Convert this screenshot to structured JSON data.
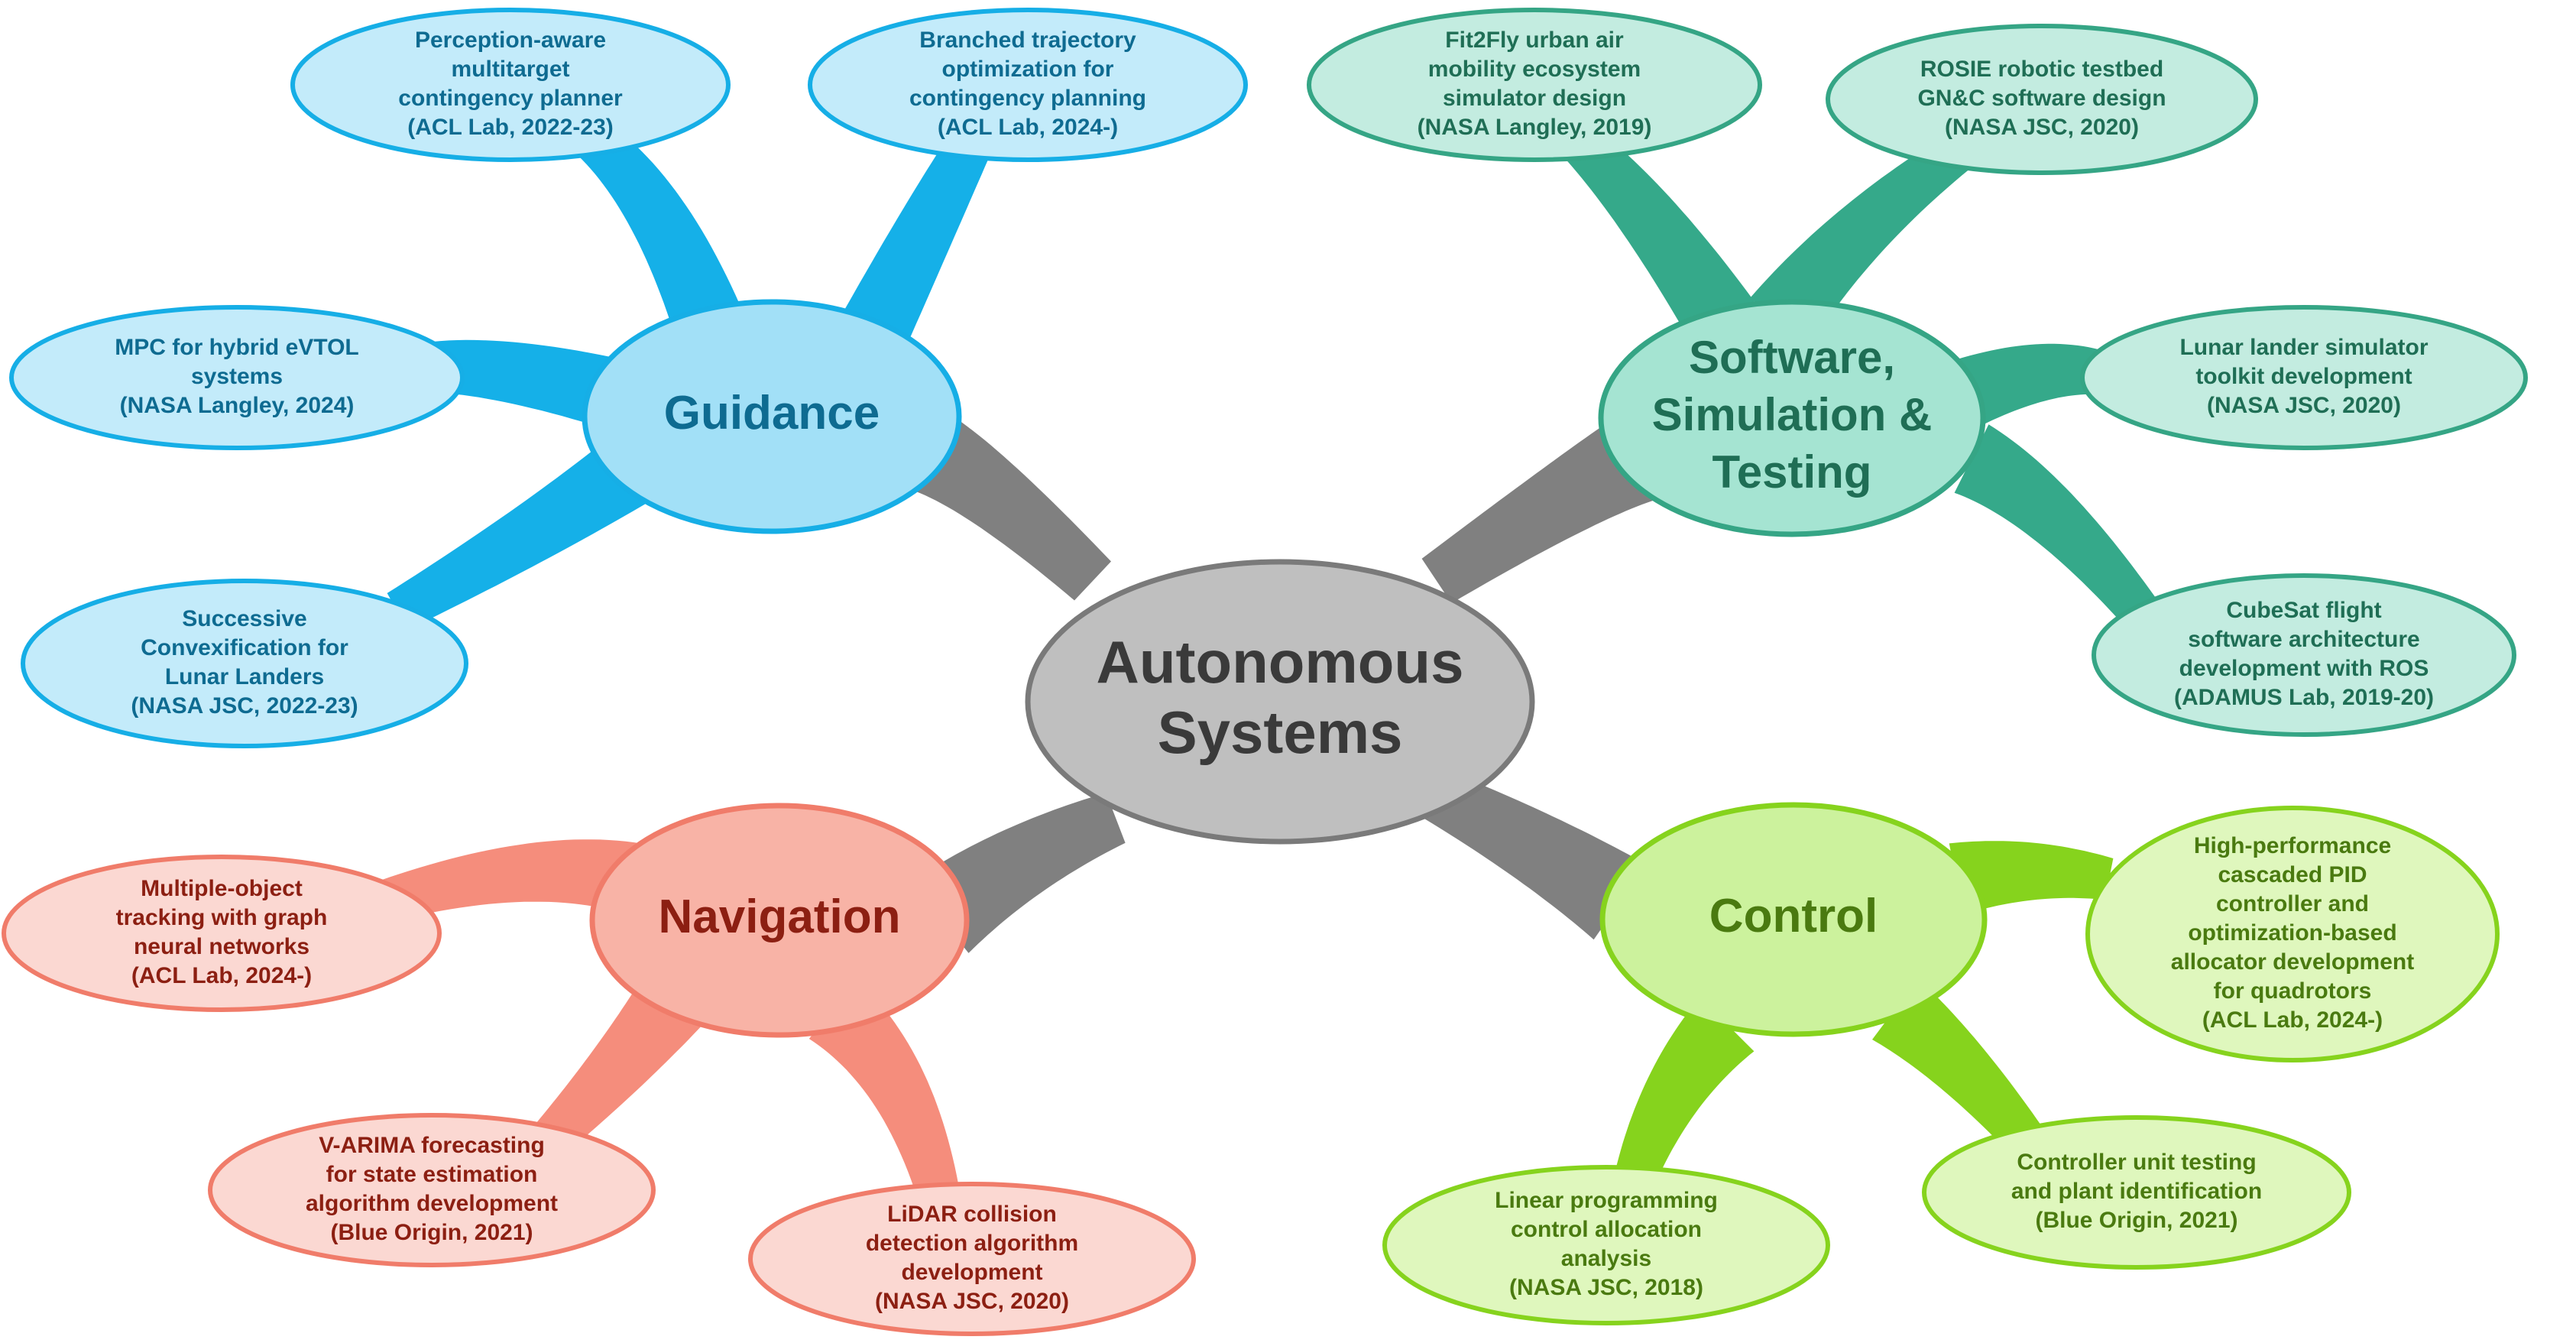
{
  "center": {
    "lines": [
      "Autonomous",
      "Systems"
    ]
  },
  "branches": [
    {
      "id": "guidance",
      "label": [
        "Guidance"
      ],
      "colors": {
        "branch": "#15b0e8",
        "hub_fill": "#a2e0f7",
        "hub_stroke": "#16aee6",
        "leaf_fill": "#c3ebfa",
        "leaf_stroke": "#16aee6",
        "text": "#0e6b91"
      },
      "leaves": [
        {
          "lines": [
            "Perception-aware",
            "multitarget",
            "contingency planner",
            "(ACL Lab, 2022-23)"
          ]
        },
        {
          "lines": [
            "Branched trajectory",
            "optimization for",
            "contingency planning",
            "(ACL Lab, 2024-)"
          ]
        },
        {
          "lines": [
            "MPC for hybrid eVTOL",
            "systems",
            "(NASA Langley, 2024)"
          ]
        },
        {
          "lines": [
            "Successive",
            "Convexification for",
            "Lunar Landers",
            "(NASA JSC, 2022-23)"
          ]
        }
      ]
    },
    {
      "id": "software",
      "label": [
        "Software,",
        "Simulation &",
        "Testing"
      ],
      "colors": {
        "branch": "#35a98a",
        "hub_fill": "#a5e4d2",
        "hub_stroke": "#35a585",
        "leaf_fill": "#c3ece0",
        "leaf_stroke": "#35a585",
        "text": "#1f6e55"
      },
      "leaves": [
        {
          "lines": [
            "Fit2Fly urban air",
            "mobility  ecosystem",
            "simulator design",
            "(NASA Langley, 2019)"
          ]
        },
        {
          "lines": [
            "ROSIE robotic testbed",
            "GN&C software design",
            "(NASA JSC, 2020)"
          ]
        },
        {
          "lines": [
            "Lunar lander simulator",
            "toolkit development",
            "(NASA JSC, 2020)"
          ]
        },
        {
          "lines": [
            "CubeSat flight",
            "software architecture",
            "development with ROS",
            "(ADAMUS Lab, 2019-20)"
          ]
        }
      ]
    },
    {
      "id": "navigation",
      "label": [
        "Navigation"
      ],
      "colors": {
        "branch": "#f58d7c",
        "hub_fill": "#f8b3a6",
        "hub_stroke": "#f07c6a",
        "leaf_fill": "#fbd8d2",
        "leaf_stroke": "#f07c6a",
        "text": "#8c1f12"
      },
      "leaves": [
        {
          "lines": [
            "Multiple-object",
            "tracking with graph",
            "neural networks",
            "(ACL Lab, 2024-)"
          ]
        },
        {
          "lines": [
            "V-ARIMA forecasting",
            "for state estimation",
            "algorithm development",
            "(Blue Origin, 2021)"
          ]
        },
        {
          "lines": [
            "LiDAR collision",
            "detection algorithm",
            "development",
            "(NASA JSC, 2020)"
          ]
        }
      ]
    },
    {
      "id": "control",
      "label": [
        "Control"
      ],
      "colors": {
        "branch": "#86d31d",
        "hub_fill": "#ccf29d",
        "hub_stroke": "#86d31d",
        "leaf_fill": "#dff7bd",
        "leaf_stroke": "#86d31d",
        "text": "#4a7a10"
      },
      "leaves": [
        {
          "lines": [
            "High-performance",
            "cascaded PID",
            "controller and",
            "optimization-based",
            "allocator development",
            "for quadrotors",
            "(ACL Lab, 2024-)"
          ]
        },
        {
          "lines": [
            "Controller unit testing",
            "and plant identification",
            "(Blue Origin, 2021)"
          ]
        },
        {
          "lines": [
            "Linear programming",
            "control allocation",
            "analysis",
            "(NASA JSC, 2018)"
          ]
        }
      ]
    }
  ]
}
